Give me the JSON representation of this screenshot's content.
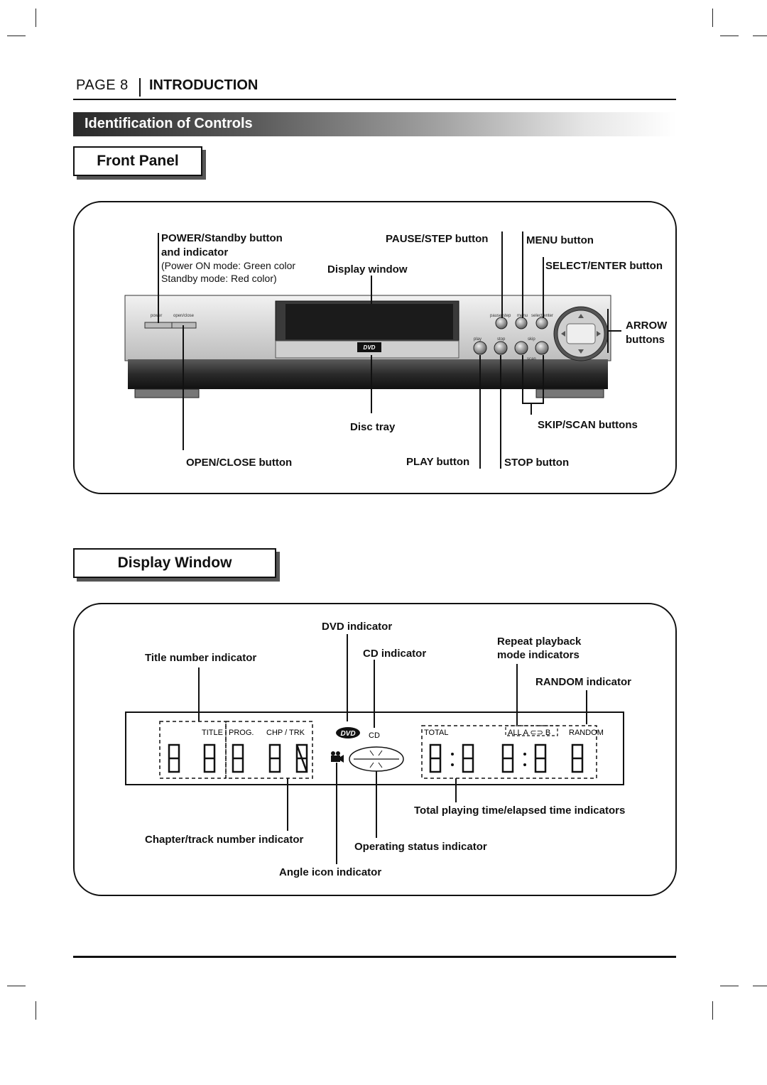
{
  "header": {
    "page_label": "PAGE 8",
    "section": "INTRODUCTION"
  },
  "section_title": "Identification of Controls",
  "front_panel": {
    "heading": "Front Panel",
    "labels": {
      "power_title_1": "POWER/Standby button",
      "power_title_2": "and indicator",
      "power_note_1": "(Power ON mode: Green color",
      "power_note_2": "Standby mode: Red color)",
      "pause_step": "PAUSE/STEP button",
      "menu": "MENU button",
      "select_enter": "SELECT/ENTER button",
      "display_window": "Display window",
      "arrow_1": "ARROW",
      "arrow_2": "buttons",
      "disc_tray": "Disc tray",
      "skip_scan": "SKIP/SCAN buttons",
      "open_close": "OPEN/CLOSE button",
      "play": "PLAY button",
      "stop": "STOP button"
    },
    "device_text": {
      "power": "power",
      "open_close": "open/close",
      "pause_step": "pause/step",
      "menu": "menu",
      "select_enter": "select/enter",
      "play": "play",
      "stop": "stop",
      "skip": "skip",
      "scan": "scan",
      "dvd_logo": "DVD"
    }
  },
  "display_window": {
    "heading": "Display Window",
    "labels": {
      "dvd_indicator": "DVD indicator",
      "cd_indicator": "CD indicator",
      "repeat_1": "Repeat playback",
      "repeat_2": "mode indicators",
      "title_number": "Title number indicator",
      "random_indicator": "RANDOM indicator",
      "total_playing": "Total playing time/elapsed time indicators",
      "chapter_track": "Chapter/track number indicator",
      "operating_status": "Operating status indicator",
      "angle_icon": "Angle icon indicator"
    },
    "lcd": {
      "title": "TITLE",
      "prog": "PROG.",
      "chp_trk": "CHP / TRK",
      "dvd": "DVD",
      "cd": "CD",
      "total": "TOTAL",
      "repeat": "ALL A ⊂⊃ B",
      "random": "RANDOM"
    }
  }
}
